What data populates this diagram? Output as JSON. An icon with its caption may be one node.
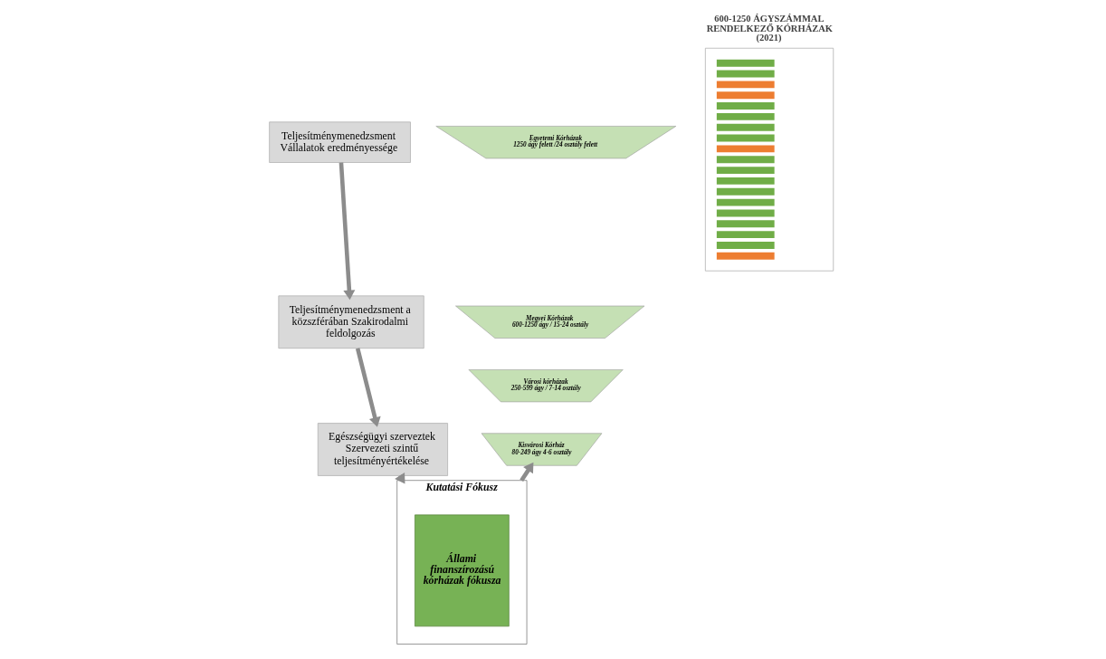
{
  "diagram": {
    "nodes": [
      {
        "text": [
          "Teljesítménymenedzsment Vállalatok eredményessége"
        ]
      },
      {
        "text": [
          "Teljesítménymenedzsment a közszférában Szakirodalmi feldolgozás"
        ]
      },
      {
        "text": [
          "Egészségügyi szerveztek Szervezeti szintű teljesítményértékelése"
        ]
      },
      {
        "text": [
          "Kutatási Fókusz"
        ]
      },
      {
        "text": [
          "Állami finanszírozású kórházak fókusza"
        ],
        "in": 3
      },
      {
        "text": [
          "Egyetemi Kórházak",
          "1250 ágy felett /24 osztály felett"
        ]
      },
      {
        "text": [
          "Megyei Kórházak",
          "600-1250 ágy / 15-24 osztály"
        ]
      },
      {
        "text": [
          "Városi kórházak",
          "250-599 ágy / 7-14 osztály"
        ]
      },
      {
        "text": [
          "Kisvárosi Kórház",
          "80-249 ágy 4-6 osztály"
        ]
      },
      {
        "text": [
          "600-1250 ÁGYSZÁMMAL RENDELKEZŐ KÓRHÁZAK (2021)"
        ]
      }
    ],
    "edges": [
      {
        "from": 0,
        "to": 1,
        "arrow": "to"
      },
      {
        "from": 1,
        "to": 2,
        "arrow": "to"
      },
      {
        "from": 2,
        "to": 3,
        "arrow": "to"
      },
      {
        "from": 3,
        "to": 8,
        "arrow": "to"
      }
    ]
  }
}
